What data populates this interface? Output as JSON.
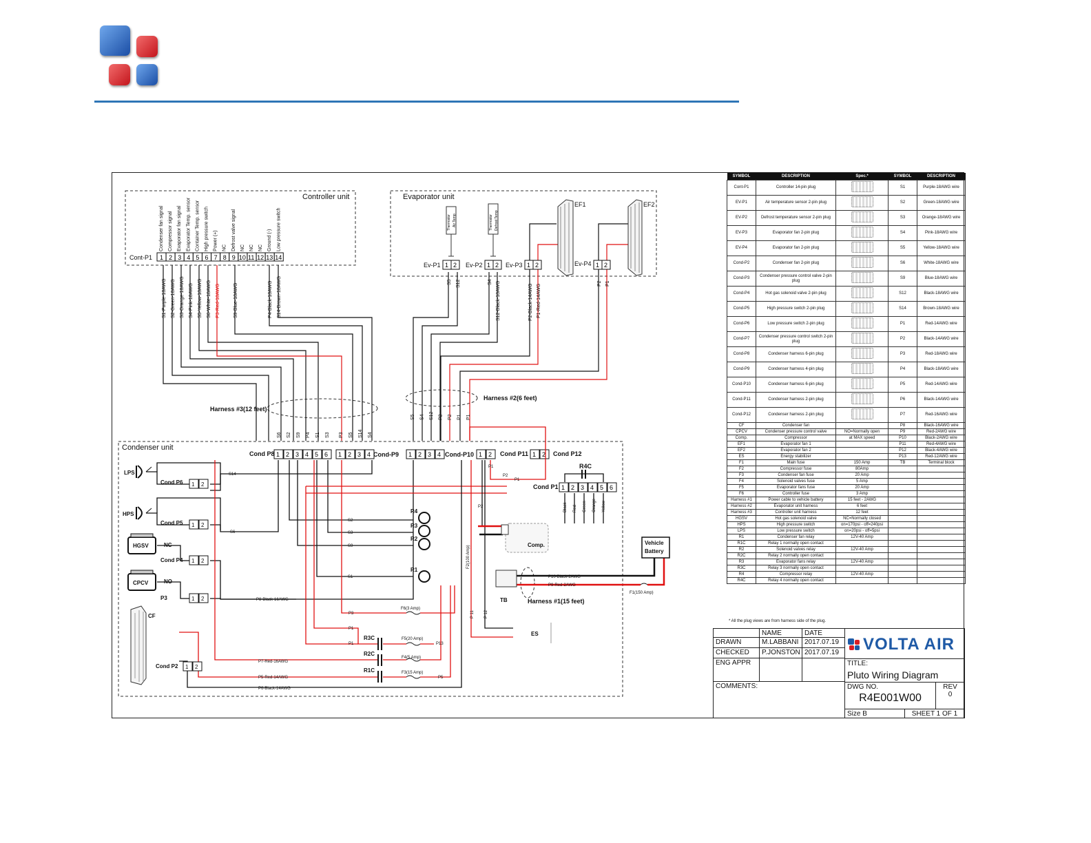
{
  "colors": {
    "accent": "#2e75b6",
    "red_wire": "#e01010",
    "black_wire": "#111111",
    "brand_blue": "#1f5aa6",
    "brand_red": "#d81e25"
  },
  "logo": {
    "icon": "four-square-logo-icon"
  },
  "units": {
    "controller": "Controller unit",
    "evaporator": "Evaporator unit",
    "condenser": "Condenser unit"
  },
  "cont_p1": {
    "label": "Cont-P1",
    "pins": [
      "1",
      "2",
      "3",
      "4",
      "5",
      "6",
      "7",
      "8",
      "9",
      "10",
      "11",
      "12",
      "13",
      "14"
    ],
    "signals": [
      "Condenser fan signal",
      "Compressor signal",
      "Evaporator fan signal",
      "Evaporator Temp. sensor",
      "Container Temp. sensor",
      "High pressure switch",
      "Power (+)",
      "NC",
      "Defrost valve signal",
      "NC",
      "NC",
      "NC",
      "Ground (-)",
      "Low pressure switch"
    ],
    "wires": [
      "S1-Purple-18AWG",
      "S2-Green-18AWG",
      "S3-Orange-18AWG",
      "S4-Pink-18AWG",
      "S5-Yellow-18AWG",
      "S6-White-18AWG",
      "P3-Red-18AWG",
      "S9-Blue-18AWG",
      "P4-Black-18AWG",
      "S14-Brown-18AWG"
    ]
  },
  "evap": {
    "thermistor1": "Thermistor",
    "thermistor1_sub": "Air Temp",
    "thermistor2": "Thermistor",
    "thermistor2_sub": "Defrost Temp",
    "ev_p1": "Ev-P1",
    "ev_p2": "Ev-P2",
    "ev_p3": "Ev-P3",
    "ev_p4": "Ev-P4",
    "ef1": "EF1",
    "ef2": "EF2",
    "wire_s5": "S5",
    "wire_s12": "S12",
    "wire_s4": "S4",
    "wire_s12b": "S12-Black-18AWG",
    "wire_p2": "P2-Black-14AWG",
    "wire_p1": "P1-Red-14AWG",
    "wire_p2b": "P2",
    "wire_p1b": "P1"
  },
  "harness3": "Harness #3(12 feet)",
  "harness2": "Harness #2(6 feet)",
  "harness1": "Harness #1(15 feet)",
  "p8": {
    "label": "Cond P8",
    "wires": [
      "S6",
      "S2",
      "S9",
      "P4",
      "S1",
      "S3"
    ],
    "pins": [
      "1",
      "2",
      "3",
      "4",
      "5",
      "6"
    ]
  },
  "p9": {
    "label": "Cond-P9",
    "wires": [
      "P3",
      "S5",
      "S14",
      "S4"
    ],
    "pins": [
      "1",
      "2",
      "3",
      "4"
    ]
  },
  "p10": {
    "label": "Cond-P10",
    "wires": [
      "S5",
      "S4",
      "S12",
      "P2",
      "P2",
      "P1",
      "P1"
    ],
    "pins": [
      "1",
      "2",
      "3",
      "4"
    ]
  },
  "p11": {
    "label": "Cond P11",
    "pins": [
      "1",
      "2"
    ]
  },
  "p12": {
    "label": "Cond P12",
    "pins": [
      "1",
      "2"
    ]
  },
  "cond_p1": {
    "label": "Cond P1",
    "pins": [
      "1",
      "2",
      "3",
      "4",
      "5",
      "6"
    ],
    "wires": [
      "Black",
      "Red",
      "Green",
      "Orange",
      "Yellow"
    ],
    "r4c": "R4C"
  },
  "condenser": {
    "lps": "LPS",
    "hps": "HPS",
    "hgsv": "HGSV",
    "cpcv": "CPCV",
    "cf": "CF",
    "nc": "NC",
    "no": "NO",
    "p6": "Cond P6",
    "p5": "Cond P5",
    "p4": "Cond P4",
    "p3": "P3",
    "p2": "Cond P2",
    "pin1": "1",
    "pin2": "2",
    "s14": "S14",
    "s6": "S6",
    "s2": "S2",
    "s3": "S3",
    "s9": "S9",
    "s1": "S1",
    "p8w": "P8-Black-16AWG",
    "p7w": "P7-Red-16AWG",
    "p5w": "P5-Red-14AWG",
    "p6w": "P6-Black-14AWG",
    "p1a": "P1",
    "p1b": "P1",
    "p2a": "P2",
    "p1c": "P1",
    "p1d": "P1",
    "p13": "P13",
    "p5e": "P5",
    "p11": "P 11",
    "p12": "P 12",
    "r1": "R1",
    "r2": "R2",
    "r3": "R3",
    "r4": "R4",
    "r1c": "R1C",
    "r2c": "R2C",
    "r3c": "R3C",
    "f2": "F2(100 Amp)",
    "f3": "F3(15 Amp)",
    "f4": "F4(5 Amp)",
    "f5": "F5(20 Amp)",
    "f6": "F6(3 Amp)",
    "f1": "F1(150 Amp)",
    "comp": "Comp.",
    "tb": "TB",
    "es": "ES",
    "p10w": "P10-Black-2AWG",
    "p9w": "P9-Red-2AWG",
    "battery1": "Vehicle",
    "battery2": "Battery"
  },
  "bom": {
    "headers": [
      "SYMBOL",
      "DESCRIPTION",
      "Spec.*",
      "SYMBOL",
      "DESCRIPTION"
    ],
    "rows": [
      [
        "Cont-P1",
        "Controller 14-pin plug",
        "",
        "S1",
        "Purple-18AWG wire"
      ],
      [
        "EV-P1",
        "Air temperature sensor 2-pin plug",
        "",
        "S2",
        "Green-18AWG wire"
      ],
      [
        "EV-P2",
        "Defrost temperature sensor 2-pin plug",
        "",
        "S3",
        "Orange-18AWG wire"
      ],
      [
        "EV-P3",
        "Evaporator fan 2-pin plug",
        "",
        "S4",
        "Pink-18AWG wire"
      ],
      [
        "EV-P4",
        "Evaporator fan 2-pin plug",
        "",
        "S5",
        "Yellow-18AWG wire"
      ],
      [
        "Cond-P2",
        "Condenser fan 2-pin plug",
        "",
        "S6",
        "White-18AWG wire"
      ],
      [
        "Cond-P3",
        "Condenser pressure control valve 2-pin plug",
        "",
        "S9",
        "Blue-18AWG wire"
      ],
      [
        "Cond-P4",
        "Hot gas solenoid valve 2-pin plug",
        "",
        "S12",
        "Black-18AWG wire"
      ],
      [
        "Cond-P5",
        "High pressure switch 2-pin plug",
        "",
        "S14",
        "Brown-18AWG wire"
      ],
      [
        "Cond-P6",
        "Low pressure switch 2-pin plug",
        "",
        "P1",
        "Red-14AWG wire"
      ],
      [
        "Cond-P7",
        "Condenser pressure control switch 2-pin plug",
        "",
        "P2",
        "Black-14AWG wire"
      ],
      [
        "Cond-P8",
        "Condenser harness 6-pin plug",
        "",
        "P3",
        "Red-18AWG wire"
      ],
      [
        "Cond-P9",
        "Condenser harness 4-pin plug",
        "",
        "P4",
        "Black-18AWG wire"
      ],
      [
        "Cond-P10",
        "Condenser harness 6-pin plug",
        "",
        "P5",
        "Red-14AWG wire"
      ],
      [
        "Cond-P11",
        "Condenser harness 2-pin plug",
        "",
        "P6",
        "Black-14AWG wire"
      ],
      [
        "Cond-P12",
        "Condenser harness 2-pin plug",
        "",
        "P7",
        "Red-16AWG wire"
      ]
    ],
    "small_rows": [
      [
        "CF",
        "Condenser fan",
        "",
        "P8",
        "Black-16AWG wire"
      ],
      [
        "CPCV",
        "Condenser pressure control valve",
        "NO=Normally open",
        "P9",
        "Red-2AWG wire"
      ],
      [
        "Comp.",
        "Compressor",
        "at MAX speed",
        "P10",
        "Black-2AWG wire"
      ],
      [
        "EF1",
        "Evaporator fan 1",
        "",
        "P11",
        "Red-4AWG wire"
      ],
      [
        "EF2",
        "Evaporator fan 2",
        "",
        "P12",
        "Black-4AWG wire"
      ],
      [
        "ES",
        "Energy stabilizer",
        "",
        "P13",
        "Red-12AWG wire"
      ],
      [
        "F1",
        "Main fuse",
        "150 Amp",
        "TB",
        "Terminal block"
      ],
      [
        "F2",
        "Compressor fuse",
        "80Amp",
        "",
        ""
      ],
      [
        "F3",
        "Condenser fan fuse",
        "20 Amp",
        "",
        ""
      ],
      [
        "F4",
        "Solenoid valves fuse",
        "5 Amp",
        "",
        ""
      ],
      [
        "F5",
        "Evaporator fans fuse",
        "20 Amp",
        "",
        ""
      ],
      [
        "F6",
        "Controller fuse",
        "3 Amp",
        "",
        ""
      ],
      [
        "Harness #1",
        "Power cable to vehicle battery",
        "15 feet - 2AWG",
        "",
        ""
      ],
      [
        "Harness #2",
        "Evaporator unit harness",
        "6 feet",
        "",
        ""
      ],
      [
        "Harness #3",
        "Controller unit harness",
        "12 feet",
        "",
        ""
      ],
      [
        "HGSV",
        "Hot gas solenoid valve",
        "NC=Normally closed",
        "",
        ""
      ],
      [
        "HPS",
        "High pressure switch",
        "on=170psi - off=240psi",
        "",
        ""
      ],
      [
        "LPS",
        "Low pressure switch",
        "on=20psi - off=5psi",
        "",
        ""
      ],
      [
        "R1",
        "Condenser fan relay",
        "12V-40 Amp",
        "",
        ""
      ],
      [
        "R1C",
        "Relay 1 normally open contact",
        "",
        "",
        ""
      ],
      [
        "R2",
        "Solenoid valves relay",
        "12V-40 Amp",
        "",
        ""
      ],
      [
        "R2C",
        "Relay 2 normally open contact",
        "",
        "",
        ""
      ],
      [
        "R3",
        "Evaporator fans relay",
        "12V-40 Amp",
        "",
        ""
      ],
      [
        "R3C",
        "Relay 3 normally open contact",
        "",
        "",
        ""
      ],
      [
        "R4",
        "Compressor relay",
        "12V-40 Amp",
        "",
        ""
      ],
      [
        "R4C",
        "Relay 4 normally open contact",
        "",
        "",
        ""
      ]
    ],
    "note": "* All the plug views are from harness side of the plug."
  },
  "title_block": {
    "name_h": "NAME",
    "date_h": "DATE",
    "drawn": "DRAWN",
    "drawn_name": "M.LABBANI",
    "drawn_date": "2017.07.19",
    "checked": "CHECKED",
    "checked_name": "P.JONSTON",
    "checked_date": "2017.07.19",
    "eng": "ENG APPR",
    "comments": "COMMENTS:",
    "brand": "VOLTA AIR",
    "title_h": "TITLE:",
    "title": "Pluto Wiring Diagram",
    "dwg_h": "DWG NO.",
    "dwg": "R4E001W00",
    "rev_h": "REV",
    "rev": "0",
    "size": "Size B",
    "sheet": "SHEET 1 OF 1"
  }
}
